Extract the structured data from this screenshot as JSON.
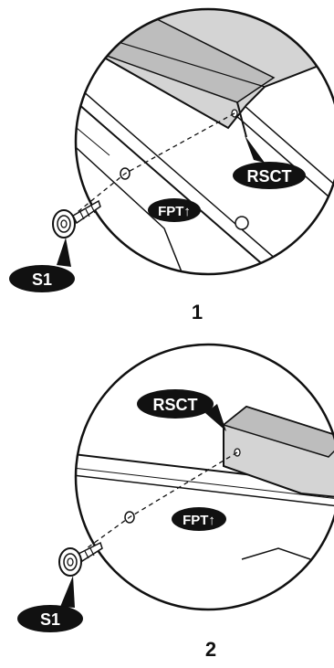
{
  "steps": [
    {
      "number": "1",
      "labels": {
        "rail": "RSCT",
        "panel": "FPT↑",
        "screw": "S1"
      }
    },
    {
      "number": "2",
      "labels": {
        "rail": "RSCT",
        "panel": "FPT↑",
        "screw": "S1"
      }
    }
  ],
  "colors": {
    "line": "#111111",
    "rail_fill": "#d9d9d9",
    "tag_fill": "#111111"
  }
}
